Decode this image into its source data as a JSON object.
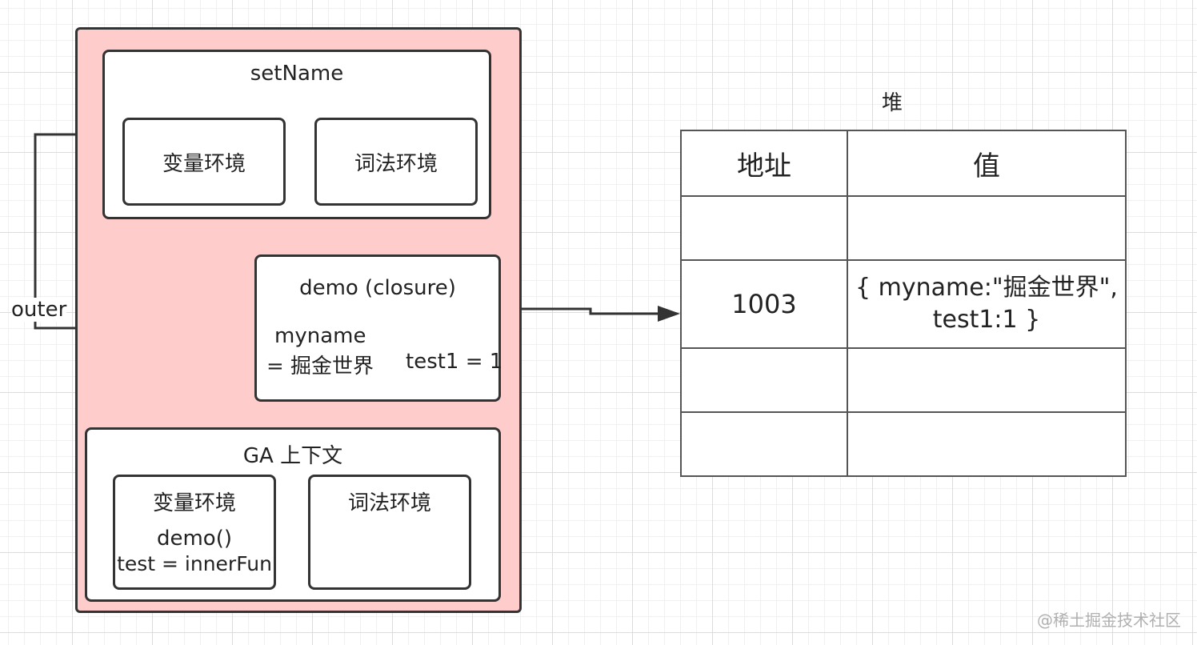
{
  "global_context": {
    "setname_box": {
      "title": "setName",
      "variable_env": "变量环境",
      "lexical_env": "词法环境"
    },
    "closure_box": {
      "title": "demo (closure)",
      "myname_line1": "myname",
      "myname_line2": "= 掘金世界",
      "test1": "test1 = 1"
    },
    "ga_box": {
      "title": "GA 上下文",
      "variable_env": {
        "title": "变量环境",
        "line1": "demo()",
        "line2": "test = innerFun"
      },
      "lexical_env": "词法环境"
    },
    "outer_label": "outer"
  },
  "heap": {
    "title": "堆",
    "headers": [
      "地址",
      "值"
    ],
    "rows": [
      [
        "",
        ""
      ],
      [
        "1003",
        "{ myname:\"掘金世界\",\ntest1:1 }"
      ],
      [
        "",
        ""
      ],
      [
        "",
        ""
      ]
    ]
  },
  "watermark": "@稀土掘金技术社区",
  "colors": {
    "context_fill": "#ffcccc",
    "box_fill": "#ffffff",
    "stroke": "#333333"
  }
}
